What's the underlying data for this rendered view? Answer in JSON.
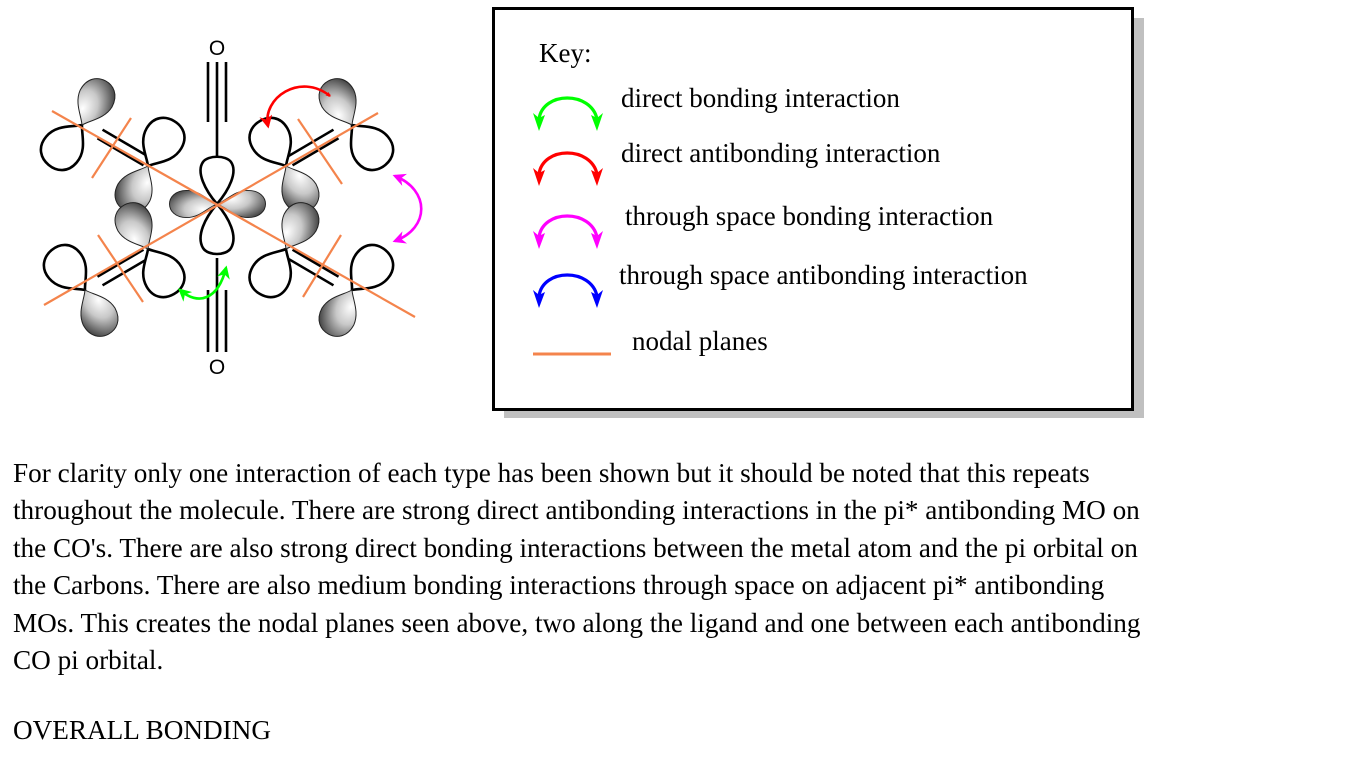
{
  "diagram": {
    "atoms": {
      "top_oxygen": "O",
      "bottom_oxygen": "O"
    },
    "interactions_shown": [
      "direct bonding interaction",
      "direct antibonding interaction",
      "through space bonding interaction",
      "nodal planes"
    ]
  },
  "key": {
    "title": "Key:",
    "items": [
      {
        "label": "direct bonding interaction",
        "color": "#00ff00",
        "icon": "double-headed-arc-arrow"
      },
      {
        "label": "direct antibonding interaction",
        "color": "#ff0000",
        "icon": "double-headed-arc-arrow"
      },
      {
        "label": "through space bonding interaction",
        "color": "#ff00ff",
        "icon": "double-headed-arc-arrow"
      },
      {
        "label": "through space antibonding interaction",
        "color": "#0000ff",
        "icon": "double-headed-arc-arrow"
      },
      {
        "label": "nodal planes",
        "color": "#f4844c",
        "icon": "line"
      }
    ]
  },
  "text": {
    "paragraph_lines": [
      "For clarity only one interaction of each type has been shown but it should be noted that this repeats",
      "throughout the molecule. There are strong direct antibonding interactions in the pi* antibonding MO on",
      "the CO's. There are also strong direct bonding interactions between the metal atom and the pi orbital on",
      "the Carbons. There are also medium bonding interactions through space on adjacent pi* antibonding",
      "MOs. This creates the nodal planes seen above, two along the ligand and one between each antibonding",
      "CO pi orbital."
    ],
    "heading": "OVERALL BONDING"
  }
}
